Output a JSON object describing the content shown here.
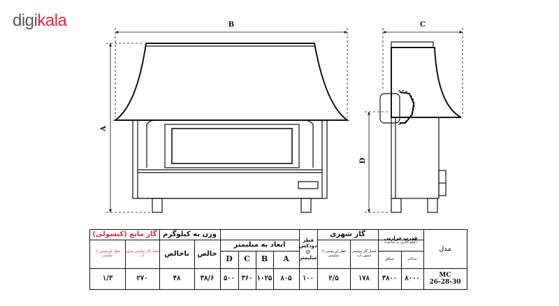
{
  "brand": {
    "part1": "digi",
    "part2": "kala"
  },
  "drawing": {
    "dim_b": "B",
    "dim_c": "C",
    "dim_a": "A",
    "dim_d": "D"
  },
  "table": {
    "model_header": "مدل",
    "model_line1": "MC",
    "model_line2": "26-28-30",
    "heat_header": "قدرت حرارتی",
    "heat_sub": "(کیلو کالری بر ساعت)",
    "heat_max_label": "حداکثر",
    "heat_min_label": "حداقل",
    "heat_max_value": "۸۰۰۰",
    "heat_min_value": "۳۸۰۰",
    "city_gas_header": "گاز شهری",
    "city_gas_pressure_label": "فشار گاز میلیمتر ستون آب",
    "city_gas_orifice_label": "قطر اوریفیس ∅ میلیمتر",
    "city_gas_pressure_value": "۱۷۸",
    "city_gas_orifice_value": "۲/۵",
    "flue_header": "قطر دودکش ∅ میلیمتر",
    "flue_value": "۱۰۰",
    "dims_header": "ابعاد به میلیمتر",
    "dims_letters": [
      "D",
      "C",
      "B",
      "A"
    ],
    "dims_values": [
      "۵۰۰",
      "۳۶۰",
      "۱۰۲۵",
      "۸۰۵"
    ],
    "weight_header": "وزن به کیلوگرم",
    "weight_net_label": "خالص",
    "weight_gross_label": "ناخالص",
    "weight_net_value": "۳۸/۶",
    "weight_gross_value": "۴۸",
    "lpg_header": "گاز مایع (کپسولی)",
    "lpg_pressure_label": "فشار گاز میلیمتر ستون آب",
    "lpg_orifice_label": "قطر اوریفیس ∅ میلیمتر",
    "lpg_pressure_value": "۲۷۰",
    "lpg_orifice_value": "۱/۳"
  }
}
